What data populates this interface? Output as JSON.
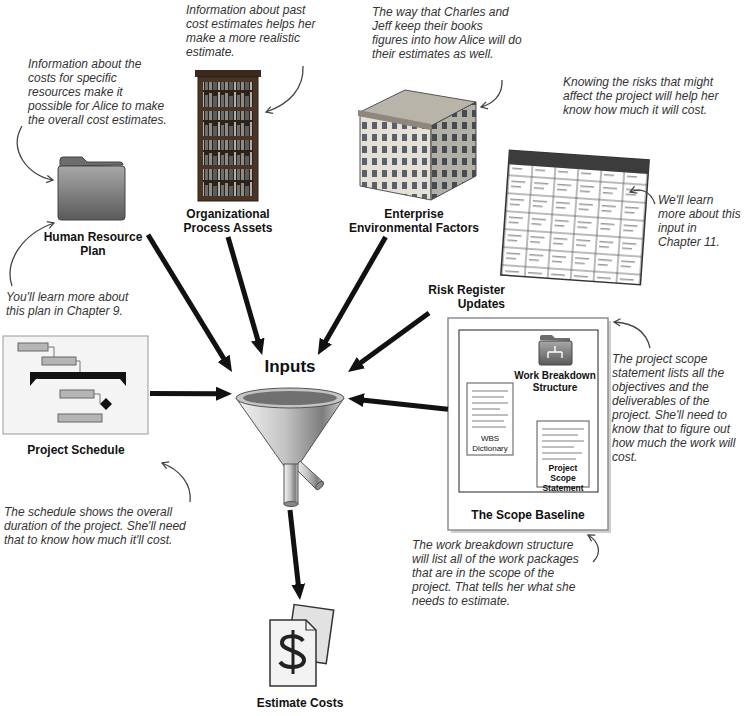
{
  "diagram": {
    "nodes": [
      {
        "text": [
          "Human Resource Plan"
        ]
      },
      {
        "text": [
          "Organizational Process Assets"
        ]
      },
      {
        "text": [
          "Enterprise Environmental Factors"
        ]
      },
      {
        "text": [
          "Risk Register Updates"
        ]
      },
      {
        "text": [
          "Project Schedule"
        ]
      },
      {
        "text": [
          "Inputs"
        ]
      },
      {
        "text": [
          "The Scope Baseline"
        ]
      },
      {
        "text": [
          "Work Breakdown Structure"
        ],
        "in": 6
      },
      {
        "text": [
          "WBS Dictionary"
        ],
        "in": 6
      },
      {
        "text": [
          "Project Scope Statement"
        ],
        "in": 6
      },
      {
        "text": [
          "Estimate Costs"
        ]
      }
    ],
    "edges": [
      {
        "from": 0,
        "to": 5,
        "arrow": "to"
      },
      {
        "from": 1,
        "to": 5,
        "arrow": "to"
      },
      {
        "from": 2,
        "to": 5,
        "arrow": "to"
      },
      {
        "from": 3,
        "to": 5,
        "arrow": "to"
      },
      {
        "from": 4,
        "to": 5,
        "arrow": "to"
      },
      {
        "from": 6,
        "to": 5,
        "arrow": "to"
      },
      {
        "from": 5,
        "to": 10,
        "arrow": "to"
      }
    ],
    "labels": [
      "Information about the costs for specific resources make it possible for Alice to make the overall cost estimates.",
      "Information about past cost estimates helps her make a more realistic estimate.",
      "The way that Charles and Jeff keep their books figures into how Alice will do their estimates as well.",
      "Knowing the risks that might affect the project will help her know how much it will cost.",
      "We'll learn more about this input in Chapter 11.",
      "You'll learn more about this plan in Chapter 9.",
      "The project scope statement lists all the objectives and the deliverables of the project. She'll need to know that to figure out how much the work will cost.",
      "The schedule shows the overall duration of the project. She'll need that to know how much it'll cost.",
      "The work breakdown structure will list all of the work packages that are in the scope of the project. That tells her what she needs to estimate."
    ]
  }
}
